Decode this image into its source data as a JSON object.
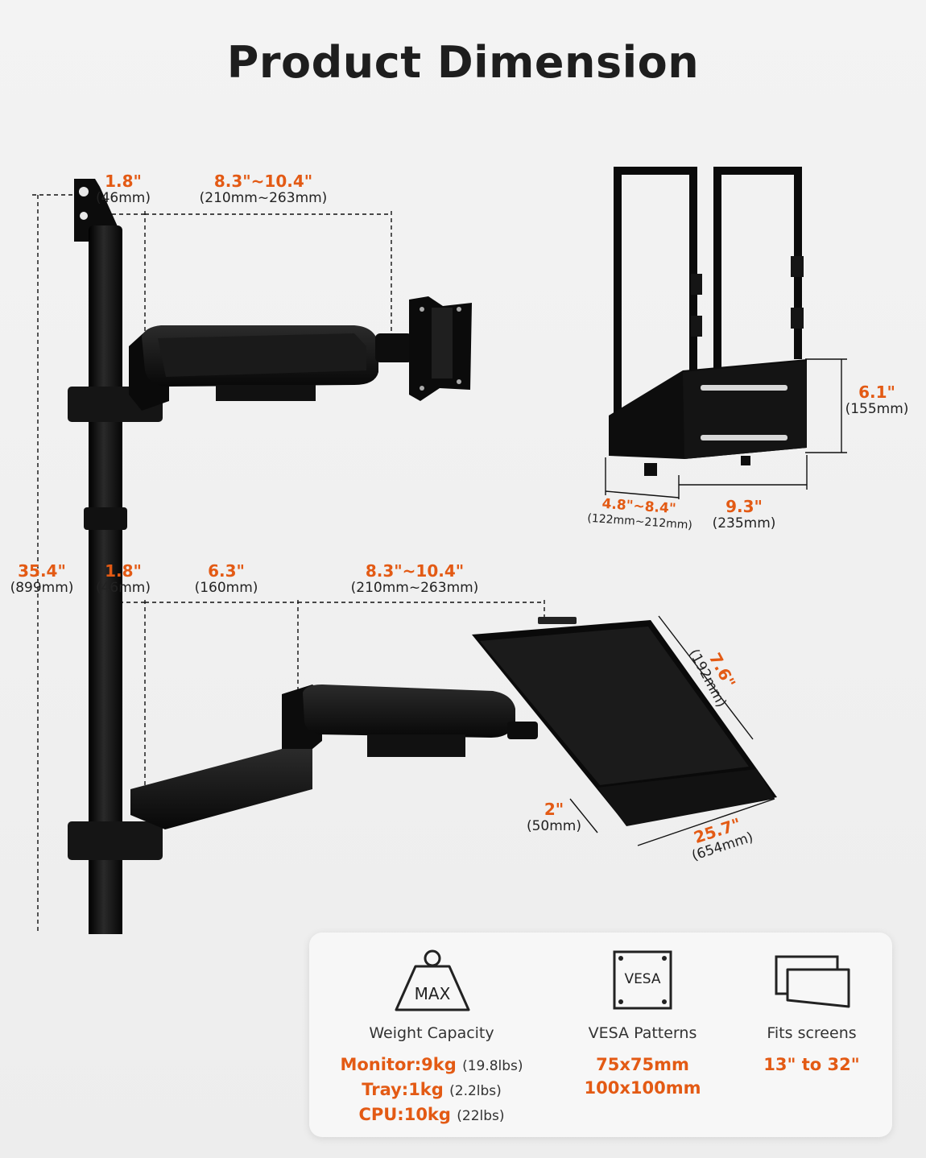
{
  "title": "Product Dimension",
  "colors": {
    "accent": "#e35a14",
    "product": "#0d0d0d",
    "text": "#222222",
    "background": "#efefef"
  },
  "dimensions": {
    "top_offset": {
      "value": "1.8\"",
      "sub": "(46mm)"
    },
    "top_arm": {
      "value": "8.3\"~10.4\"",
      "sub": "(210mm~263mm)"
    },
    "pole_height": {
      "value": "35.4\"",
      "sub": "(899mm)"
    },
    "lower_offset": {
      "value": "1.8\"",
      "sub": "(46mm)"
    },
    "lower_arm_first": {
      "value": "6.3\"",
      "sub": "(160mm)"
    },
    "lower_arm_second": {
      "value": "8.3\"~10.4\"",
      "sub": "(210mm~263mm)"
    },
    "cpu_height": {
      "value": "6.1\"",
      "sub": "(155mm)"
    },
    "cpu_width": {
      "value": "4.8\"~8.4\"",
      "sub": "(122mm~212mm)"
    },
    "cpu_depth": {
      "value": "9.3\"",
      "sub": "(235mm)"
    },
    "tray_depth": {
      "value": "7.6\"",
      "sub": "(192mm)"
    },
    "tray_lip": {
      "value": "2\"",
      "sub": "(50mm)"
    },
    "tray_width": {
      "value": "25.7\"",
      "sub": "(654mm)"
    }
  },
  "specs": {
    "weight": {
      "icon": "weight-max-icon",
      "icon_text": "MAX",
      "label": "Weight Capacity",
      "lines": [
        {
          "bold": "Monitor:9kg",
          "normal": "(19.8lbs)"
        },
        {
          "bold": "Tray:1kg",
          "normal": "(2.2lbs)"
        },
        {
          "bold": "CPU:10kg",
          "normal": "(22lbs)"
        }
      ]
    },
    "vesa": {
      "icon": "vesa-plate-icon",
      "icon_text": "VESA",
      "label": "VESA Patterns",
      "lines": [
        "75x75mm",
        "100x100mm"
      ]
    },
    "screens": {
      "icon": "screens-icon",
      "label": "Fits screens",
      "lines": [
        "13\" to 32\""
      ]
    }
  }
}
